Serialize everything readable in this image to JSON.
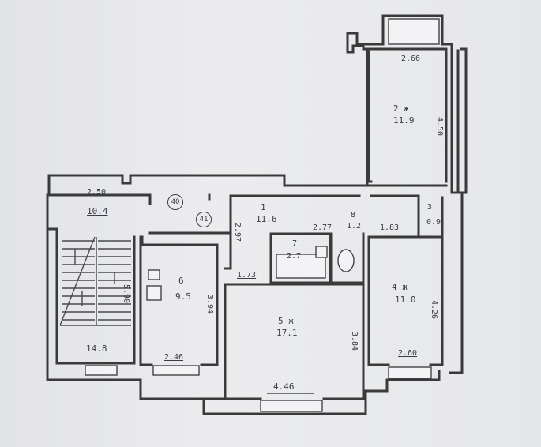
{
  "rooms": [
    {
      "id": "room-2",
      "name": "2 ж",
      "area": "11.9"
    },
    {
      "id": "room-4",
      "name": "4 ж",
      "area": "11.0"
    },
    {
      "id": "room-5",
      "name": "5 ж",
      "area": "17.1"
    },
    {
      "id": "room-6",
      "name": "6",
      "area": "9.5"
    },
    {
      "id": "room-1",
      "name": "1",
      "area": "11.6"
    },
    {
      "id": "room-3",
      "name": "3",
      "area": "0.9"
    },
    {
      "id": "room-7",
      "name": "7",
      "area": "2.7"
    },
    {
      "id": "room-8",
      "name": "8",
      "area": "1.2"
    }
  ],
  "stair": {
    "area": "14.8",
    "dim": "5.90"
  },
  "corridor": {
    "dim": "2.50",
    "area": "10.4"
  },
  "markers": [
    "40",
    "41"
  ],
  "dimensions": {
    "room2_width": "2.66",
    "room2_length": "4.50",
    "room4_width": "2.60",
    "room4_length": "4.26",
    "room5_width": "4.46",
    "room5_length": "3.84",
    "room6_width": "2.46",
    "room6_length": "3.94",
    "hall_width": "1.73",
    "hall_length": "2.97",
    "bath_width": "2.77",
    "small_width": "1.83"
  }
}
